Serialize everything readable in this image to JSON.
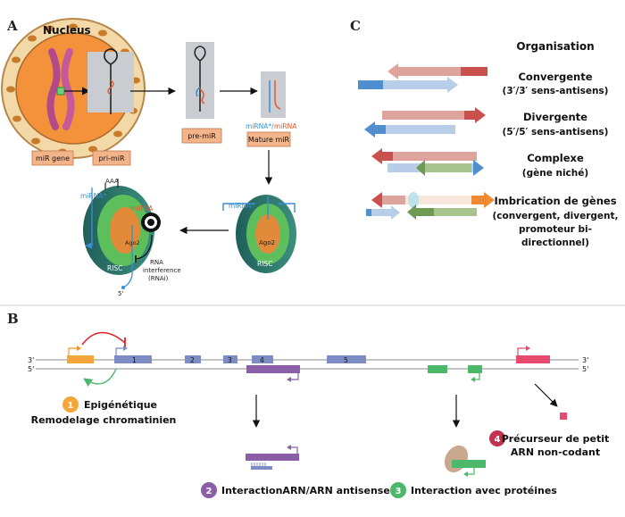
{
  "panels": {
    "a": "A",
    "b": "B",
    "c": "C"
  },
  "panel_a": {
    "nucleus_label": "Nucleus",
    "mir_gene": "miR gene",
    "pri_mir": "pri-miR",
    "pre_mir": "pre-miR",
    "mature_mir": "Mature miR",
    "mirna_star_slash": "miRNA*/",
    "mirna": "miRNA",
    "mirna_star": "miRNA*",
    "mirna_star2": "miRNA*",
    "mirna_left": "miRNA",
    "aaa": "AAA",
    "risc": "RISC",
    "risc2": "RISC",
    "ago2": "Ago2",
    "ago2b": "Ago2",
    "rnai1": "RNA",
    "rnai2": "interference",
    "rnai3": "(RNAi)",
    "five_prime": "5'"
  },
  "panel_c": {
    "header": "Organisation",
    "convergent": "Convergente",
    "convergent_sub": "(3′/3′ sens-antisens)",
    "divergent": "Divergente",
    "divergent_sub": "(5′/5′ sens-antisens)",
    "complex": "Complexe",
    "complex_sub": "(gène niché)",
    "imbrication_1": "Imbrication de gènes",
    "imbrication_2": "(convergent, divergent,",
    "imbrication_3": "promoteur bi-",
    "imbrication_4": "directionnel)"
  },
  "panel_b": {
    "strand_top_left": "3'",
    "strand_bottom_left": "5'",
    "strand_top_right": "3'",
    "strand_bottom_right": "5'",
    "exons": [
      "1",
      "2",
      "3",
      "4",
      "5"
    ],
    "m1_num": "1",
    "m1_title": "Epigénétique",
    "m1_sub": "Remodelage chromatinien",
    "m2_num": "2",
    "m2_label": "InteractionARN/ARN antisense",
    "m3_num": "3",
    "m3_label": "Interaction avec protéines",
    "m4_num": "4",
    "m4_label_1": "Précurseur de petit",
    "m4_label_2": "ARN non-codant"
  },
  "colors": {
    "orange": "#f5922a",
    "purple": "#8b5fa8",
    "green": "#4cb86a",
    "pink": "#e8496e",
    "blue": "#7e8cc6",
    "teal": "#2a6f6a"
  }
}
